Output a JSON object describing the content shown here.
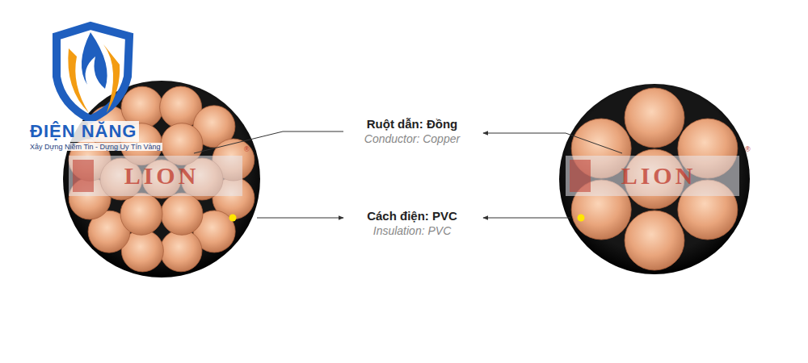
{
  "diagram": {
    "labels": [
      "ĐIỆN NĂNG",
      "Xây Dựng Niềm Tin - Dựng Uy Tín Vàng",
      "LION",
      "LION",
      "®",
      "®",
      "Ruột dẫn: Đồng",
      "Conductor: Copper",
      "Cách điện: PVC",
      "Insulation: PVC"
    ]
  }
}
